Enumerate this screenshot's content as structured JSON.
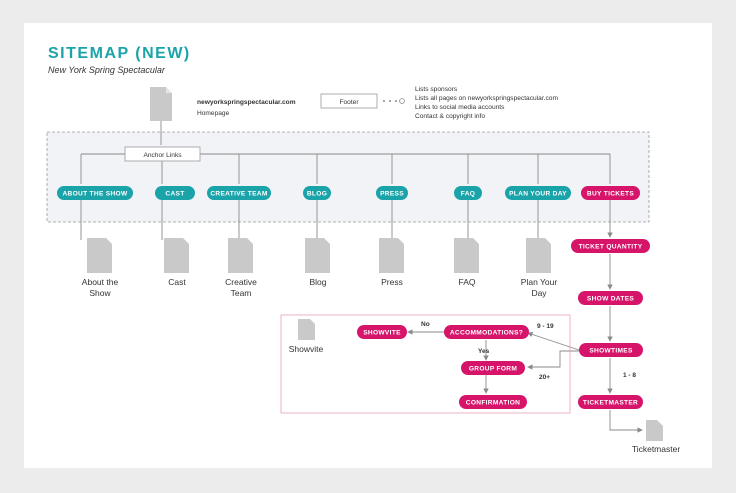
{
  "title": "SITEMAP (NEW)",
  "subtitle": "New York Spring Spectacular",
  "colors": {
    "teal": "#1aa3a9",
    "magenta": "#d6156a",
    "line": "#9a9a9a",
    "doc": "#c9c9c9"
  },
  "home": {
    "url": "newyorkspringspectacular.com",
    "label": "Homepage"
  },
  "footer": {
    "label": "Footer",
    "notes": [
      "Lists sponsors",
      "Lists all pages on newyorkspringspectacular.com",
      "Links to social media accounts",
      "Contact & copyright info"
    ]
  },
  "anchor_links_label": "Anchor Links",
  "nav": [
    {
      "pill": "ABOUT THE SHOW",
      "page": [
        "About the",
        "Show"
      ]
    },
    {
      "pill": "CAST",
      "page": [
        "Cast"
      ]
    },
    {
      "pill": "CREATIVE TEAM",
      "page": [
        "Creative",
        "Team"
      ]
    },
    {
      "pill": "BLOG",
      "page": [
        "Blog"
      ]
    },
    {
      "pill": "PRESS",
      "page": [
        "Press"
      ]
    },
    {
      "pill": "FAQ",
      "page": [
        "FAQ"
      ]
    },
    {
      "pill": "PLAN YOUR DAY",
      "page": [
        "Plan Your",
        "Day"
      ]
    },
    {
      "pill": "BUY TICKETS",
      "page": []
    }
  ],
  "ticket_flow": {
    "quantity": "TICKET QUANTITY",
    "dates": "SHOW DATES",
    "showtimes": "SHOWTIMES",
    "ticketmaster": "TICKETMASTER",
    "ticketmaster_page": "Ticketmaster",
    "small_label": "1 - 8"
  },
  "group_flow": {
    "accommodations": "ACCOMMODATIONS?",
    "showvite": "SHOWVITE",
    "showvite_page": "Showvite",
    "group_form": "GROUP FORM",
    "confirmation": "CONFIRMATION",
    "no": "No",
    "yes": "Yes",
    "range_9_19": "9 - 19",
    "range_20plus": "20+"
  }
}
